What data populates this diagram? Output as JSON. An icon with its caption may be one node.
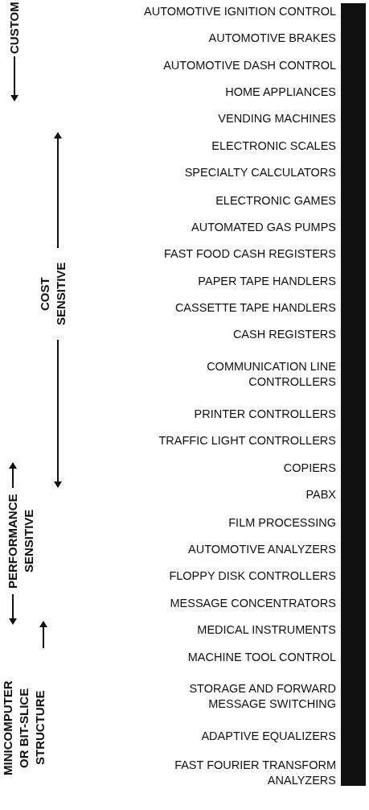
{
  "diagram": {
    "nodes": [
      {
        "text": [],
        "shape": "bar"
      }
    ],
    "labels": [
      "AUTOMOTIVE IGNITION CONTROL",
      "AUTOMOTIVE BRAKES",
      "AUTOMOTIVE DASH CONTROL",
      "HOME APPLIANCES",
      "VENDING MACHINES",
      "ELECTRONIC SCALES",
      "SPECIALTY CALCULATORS",
      "ELECTRONIC GAMES",
      "AUTOMATED GAS PUMPS",
      "FAST FOOD CASH REGISTERS",
      "PAPER TAPE HANDLERS",
      "CASSETTE TAPE HANDLERS",
      "CASH REGISTERS",
      "COMMUNICATION LINE CONTROLLERS",
      "PRINTER CONTROLLERS",
      "TRAFFIC LIGHT CONTROLLERS",
      "COPIERS",
      "PABX",
      "FILM PROCESSING",
      "AUTOMOTIVE ANALYZERS",
      "FLOPPY DISK CONTROLLERS",
      "MESSAGE CONCENTRATORS",
      "MEDICAL INSTRUMENTS",
      "MACHINE TOOL CONTROL",
      "STORAGE AND FORWARD MESSAGE SWITCHING",
      "ADAPTIVE EQUALIZERS",
      "FAST FOURIER TRANSFORM ANALYZERS",
      "CUSTOM",
      "COST SENSITIVE",
      "PERFORMANCE SENSITIVE",
      "MINICOMPUTER OR BIT-SLICE STRUCTURE"
    ]
  }
}
